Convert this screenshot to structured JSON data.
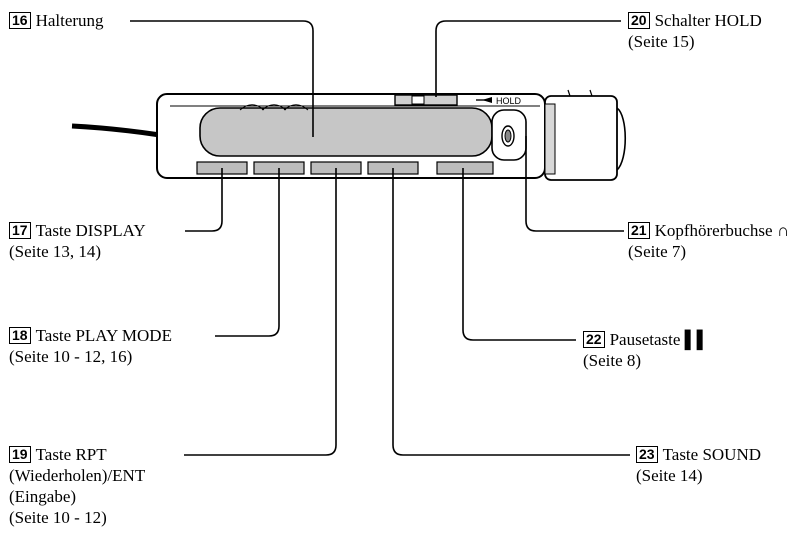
{
  "callouts": [
    {
      "num": "16",
      "lines": [
        "Halterung"
      ]
    },
    {
      "num": "17",
      "lines": [
        "Taste DISPLAY",
        "(Seite 13, 14)"
      ]
    },
    {
      "num": "18",
      "lines": [
        "Taste PLAY MODE",
        "(Seite 10 - 12, 16)"
      ]
    },
    {
      "num": "19",
      "lines": [
        "Taste RPT",
        "(Wiederholen)/ENT",
        "(Eingabe)",
        "(Seite 10 - 12)"
      ]
    },
    {
      "num": "20",
      "lines": [
        "Schalter HOLD",
        "(Seite 15)"
      ]
    },
    {
      "num": "21",
      "lines": [
        "Kopfhörerbuchse ∩",
        "(Seite 7)"
      ]
    },
    {
      "num": "22",
      "lines": [
        "Pausetaste ▌▌",
        "(Seite 8)"
      ]
    },
    {
      "num": "23",
      "lines": [
        "Taste SOUND",
        "(Seite 14)"
      ]
    }
  ],
  "device": {
    "hold_text": "HOLD"
  }
}
